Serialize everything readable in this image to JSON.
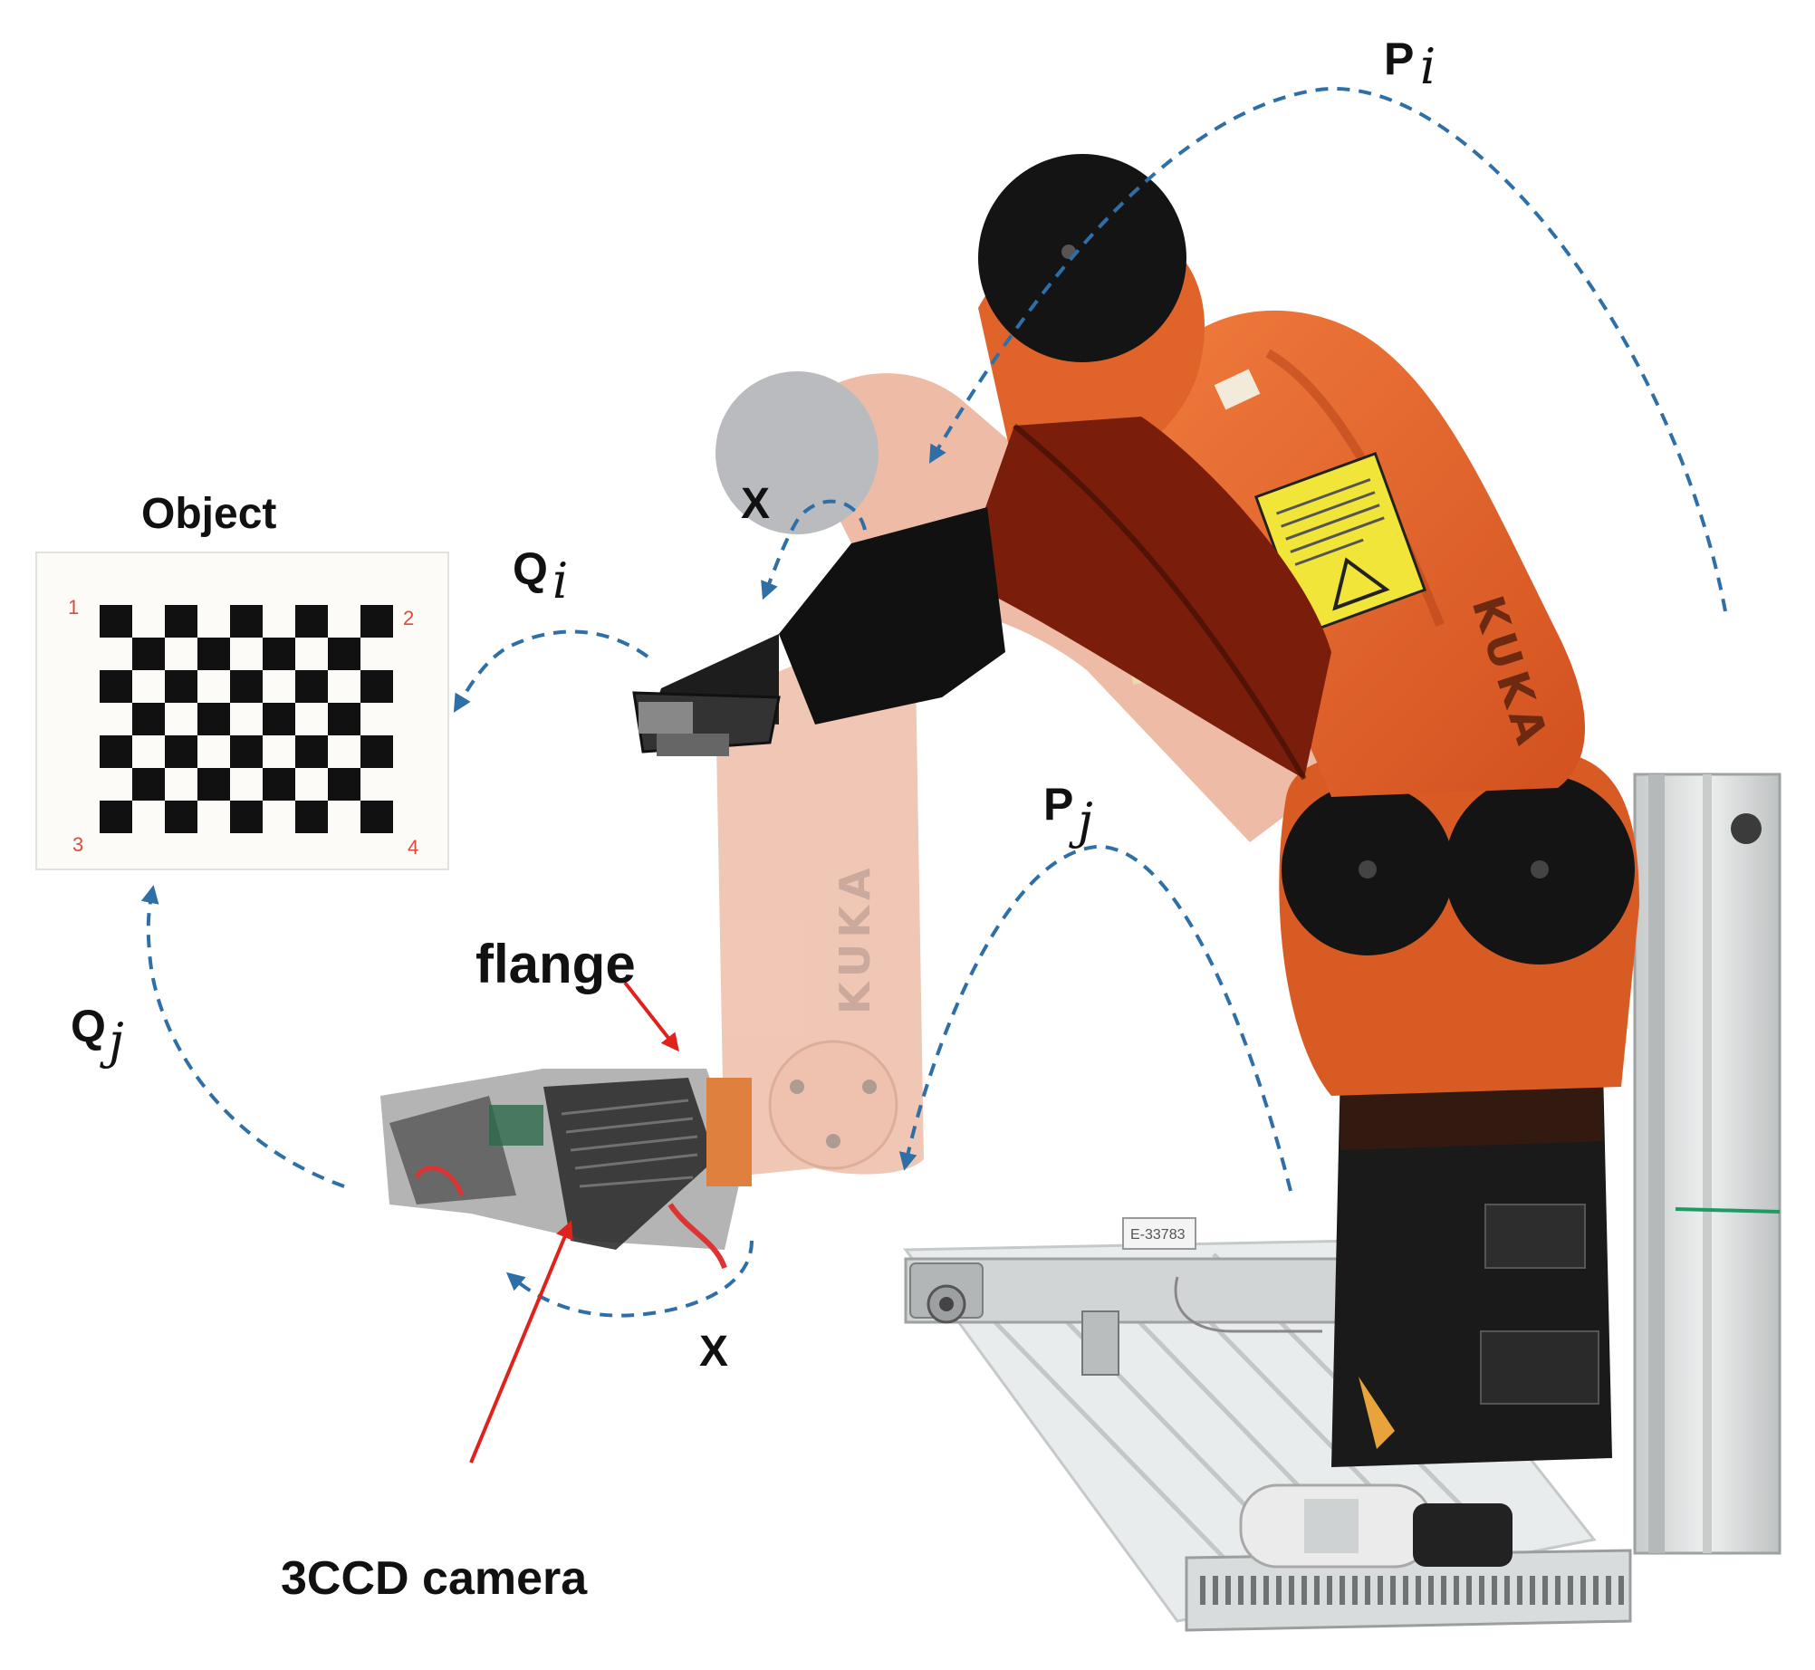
{
  "labels": {
    "object": "Object",
    "flange": "flange",
    "camera": "3CCD camera",
    "x_upper": "X",
    "x_lower": "X",
    "p_i": {
      "base": "P",
      "sub": "i"
    },
    "p_j": {
      "base": "P",
      "sub": "j"
    },
    "q_i": {
      "base": "Q",
      "sub": "i"
    },
    "q_j": {
      "base": "Q",
      "sub": "j"
    }
  },
  "checkerboard": {
    "rows": 7,
    "cols": 9,
    "corner_numbers": [
      "1",
      "2",
      "3",
      "4"
    ]
  },
  "robot": {
    "brand_text_upper": "KUKA",
    "brand_text_lower": "KUKA",
    "label_plate": "E-33783"
  },
  "colors": {
    "arrow_dashed": "#2f6fa7",
    "pointer_red": "#e0221c",
    "robot_orange": "#e8612a",
    "robot_orange_dark": "#b8431a",
    "robot_ghost": "#e8a088",
    "robot_black": "#141414",
    "frame_gray": "#d6d8d8",
    "corner_number": "#e04a3a"
  }
}
